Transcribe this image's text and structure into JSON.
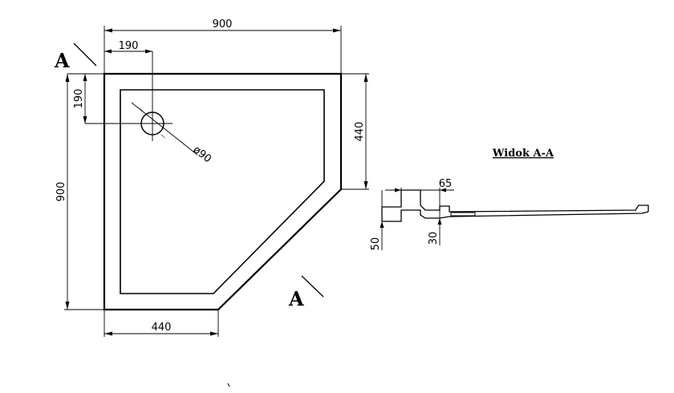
{
  "plan": {
    "dims": {
      "width": "900",
      "depth": "900",
      "drain_offset_x": "190",
      "drain_offset_y": "190",
      "side_right": "440",
      "side_bottom": "440",
      "drain_diameter": "ø90"
    },
    "section_marks": [
      "A",
      "A"
    ]
  },
  "section": {
    "title": "Widok A-A",
    "dims": {
      "rim_width": "65",
      "total_height": "50",
      "tray_height": "30"
    }
  }
}
